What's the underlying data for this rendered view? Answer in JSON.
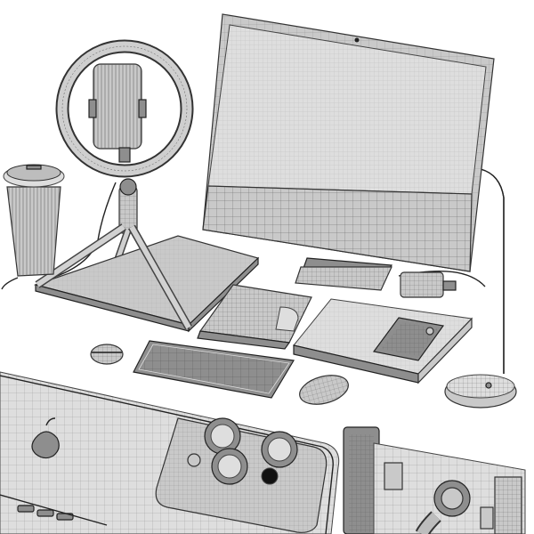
{
  "scene": {
    "background": "#ffffff",
    "fill_color": "#c9c9c9",
    "line_color": "#333333",
    "objects": [
      "ring-light",
      "phone-holder",
      "tripod",
      "coffee-cup",
      "monitor",
      "desk-lamp",
      "notebook",
      "wallet",
      "book",
      "smartphone",
      "earbuds-case",
      "keyboard",
      "mouse",
      "power-adapter",
      "monitor-stand-tray",
      "phone-back-closeup",
      "clamp-mount-closeup"
    ]
  }
}
